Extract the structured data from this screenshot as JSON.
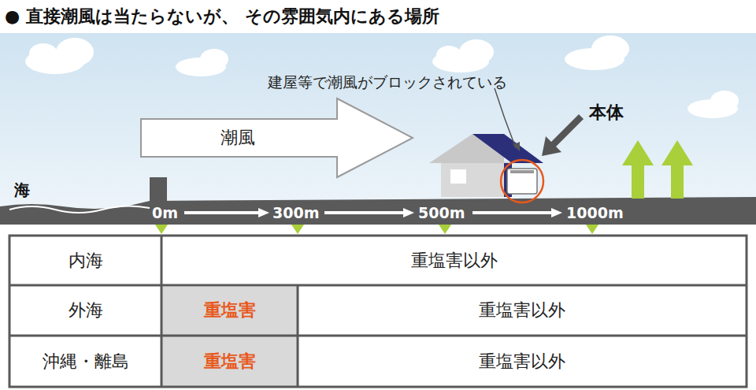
{
  "diagram": {
    "title": "● 直接潮風は当たらないが、 その雰囲気内にある場所",
    "nodes": [
      {
        "text": [
          "潮風"
        ]
      }
    ],
    "labels": [
      "建屋等で潮風がブロックされている",
      "本体",
      "海",
      "0m",
      "300m",
      "500m",
      "1000m",
      "内海",
      "重塩害以外",
      "外海",
      "重塩害",
      "重塩害以外",
      "沖縄・離島",
      "重塩害",
      "重塩害以外"
    ]
  }
}
